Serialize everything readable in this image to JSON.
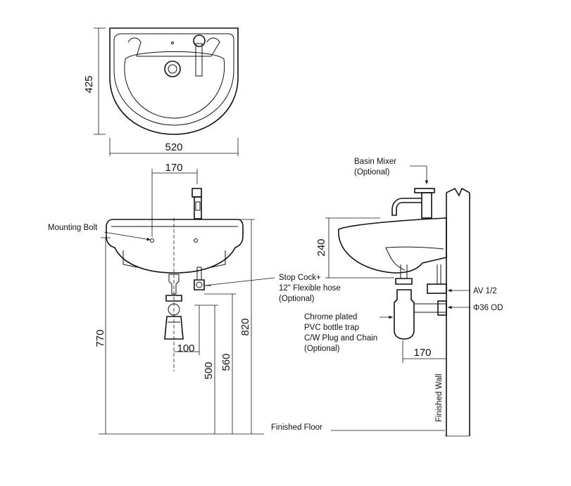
{
  "top_view": {
    "height_dim": "425",
    "width_dim": "520"
  },
  "front_view": {
    "tap_spacing": "170",
    "height_overall": "770",
    "waste_offset": "100",
    "height_500": "500",
    "height_560": "560",
    "height_820": "820",
    "mounting_bolt_label": "Mounting Bolt",
    "stop_cock_lines": [
      "Stop Cock+",
      "12\" Flexible hose",
      "(Optional)"
    ],
    "finished_floor_label": "Finished Floor"
  },
  "side_view": {
    "basin_mixer_lines": [
      "Basin Mixer",
      "(Optional)"
    ],
    "height_240": "240",
    "av_label": "AV 1/2",
    "od_label": "Φ36 OD",
    "trap_lines": [
      "Chrome plated",
      "PVC bottle trap",
      "C/W Plug and Chain",
      "(Optional)"
    ],
    "wall_offset": "170",
    "finished_wall_label": "Finished Wall"
  }
}
